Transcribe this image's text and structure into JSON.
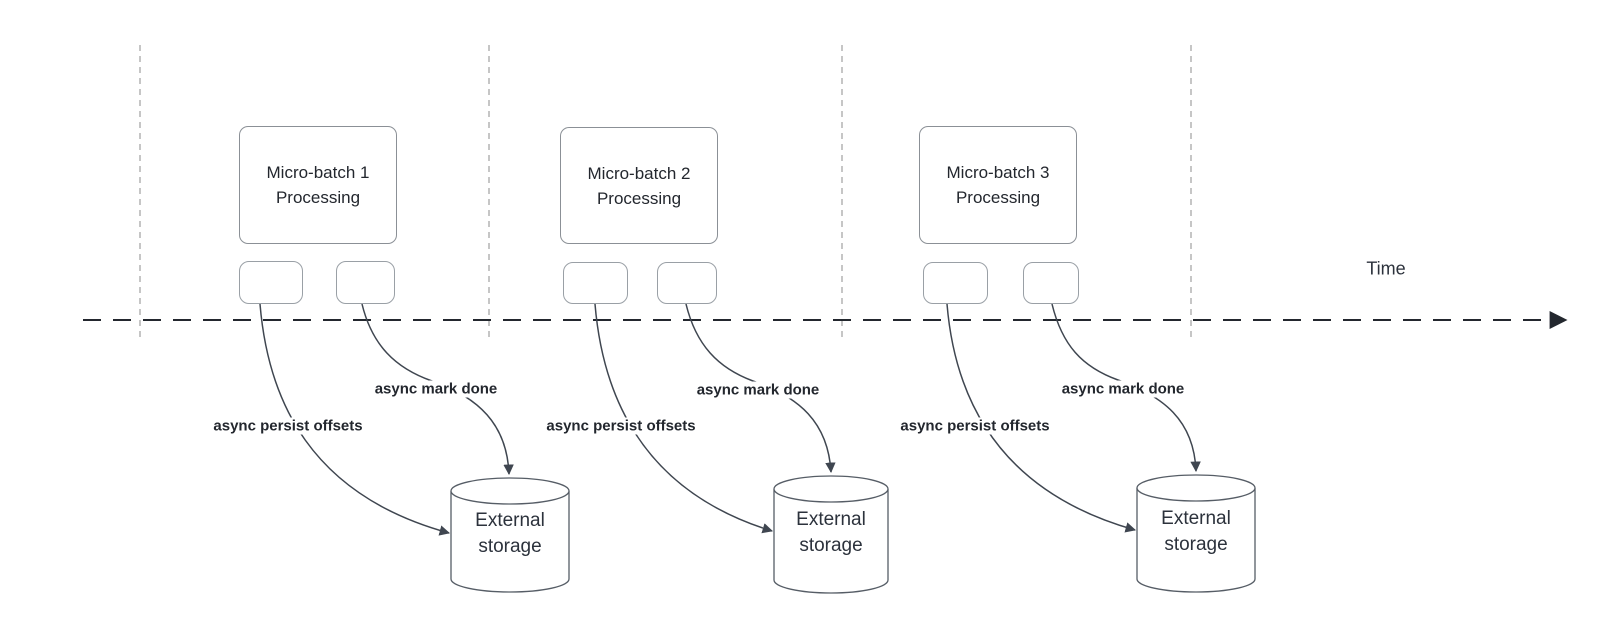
{
  "diagram": {
    "time_label": "Time",
    "groups": [
      {
        "batch_line1": "Micro-batch 1",
        "batch_line2": "Processing",
        "persist_label": "async persist offsets",
        "done_label": "async mark done",
        "storage_label": "External storage"
      },
      {
        "batch_line1": "Micro-batch 2",
        "batch_line2": "Processing",
        "persist_label": "async persist offsets",
        "done_label": "async mark done",
        "storage_label": "External storage"
      },
      {
        "batch_line1": "Micro-batch 3",
        "batch_line2": "Processing",
        "persist_label": "async persist offsets",
        "done_label": "async mark done",
        "storage_label": "External storage"
      }
    ],
    "colors": {
      "arrow": "#3f4650",
      "grid_line": "#b3b3b3",
      "axis": "#23272e",
      "shape_border": "#8b9096",
      "cylinder_border": "#565d66",
      "text": "#23272e"
    }
  }
}
